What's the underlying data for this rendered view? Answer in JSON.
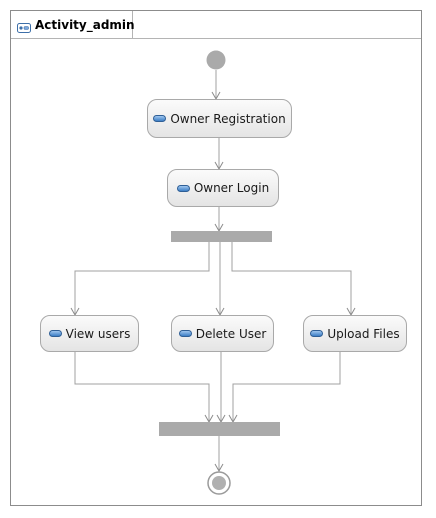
{
  "diagram": {
    "title": "Activity_admin",
    "nodes": {
      "owner_registration": "Owner Registration",
      "owner_login": "Owner Login",
      "view_users": "View users",
      "delete_user": "Delete User",
      "upload_files": "Upload Files"
    },
    "icons": {
      "tab": "activity-diagram-icon",
      "action": "action-pill-icon"
    },
    "colors": {
      "bar": "#aaaaaa",
      "initial": "#aaaaaa",
      "edge": "#a0a0a0",
      "node_border": "#a9a9a9"
    }
  }
}
